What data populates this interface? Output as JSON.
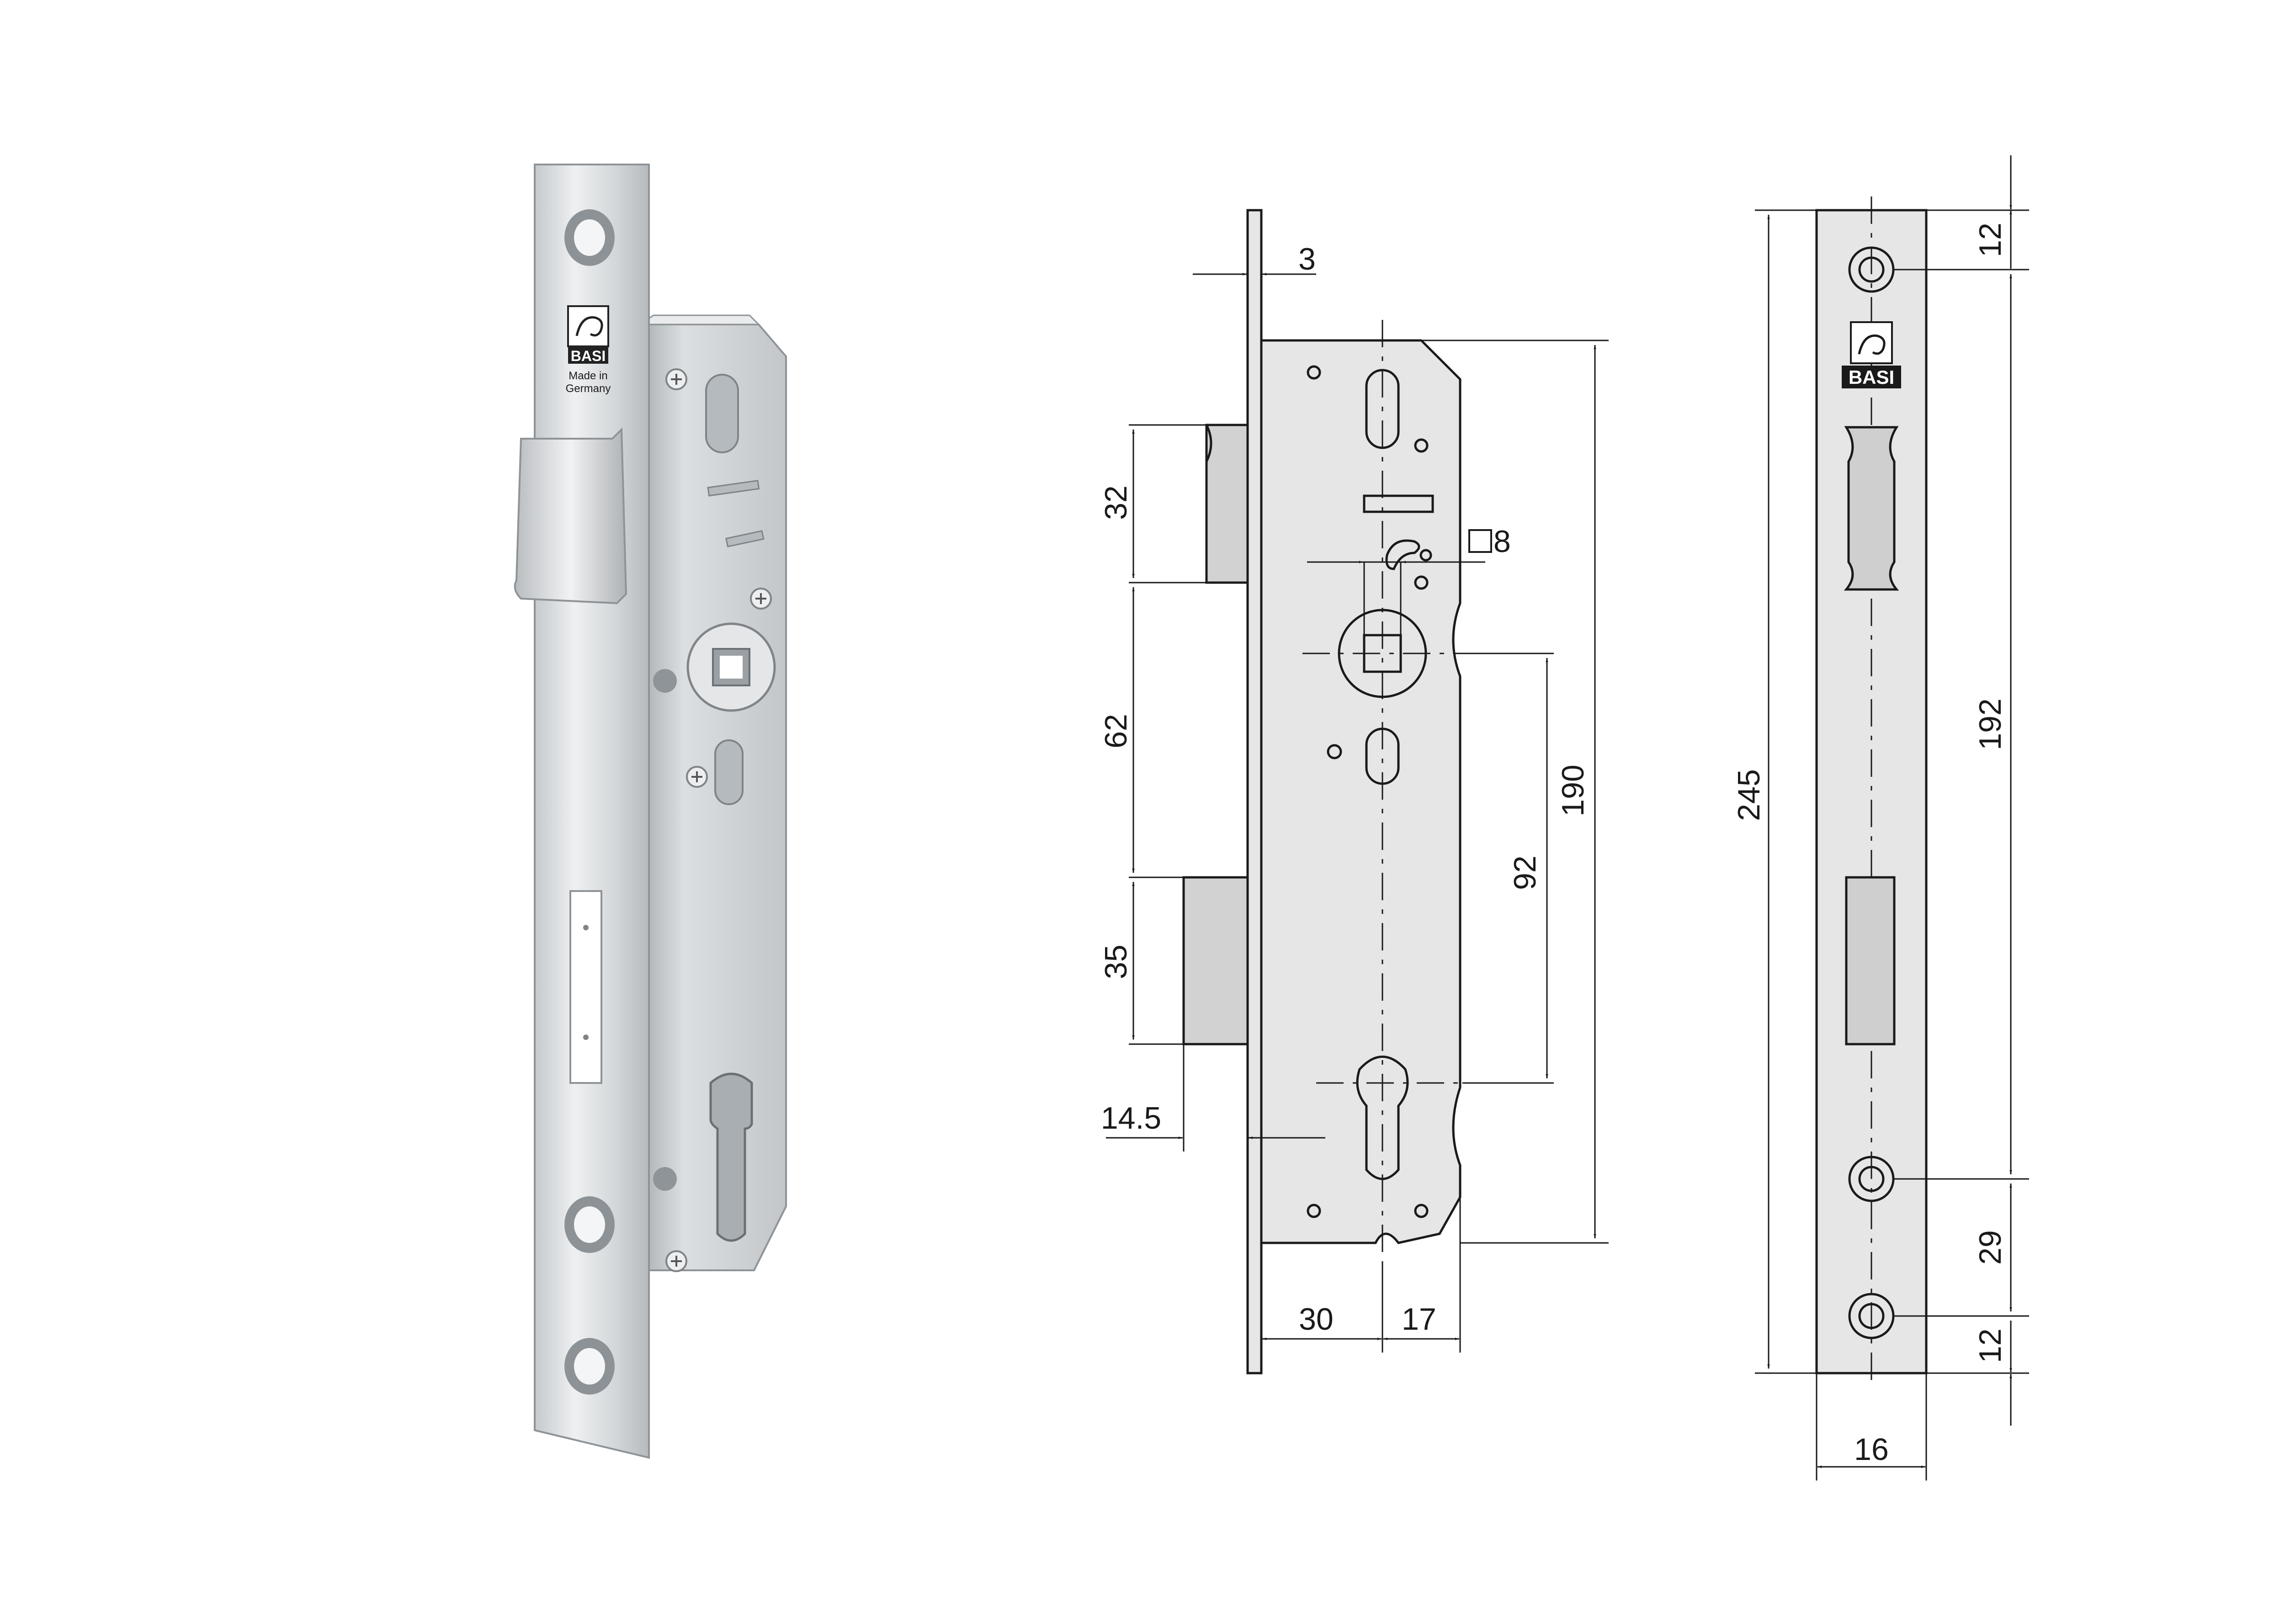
{
  "brand": {
    "name": "BASI",
    "tagline_line1": "Made in",
    "tagline_line2": "Germany"
  },
  "dimensions": {
    "faceplate_thickness": "3",
    "latch_height": "32",
    "latch_to_spindle": "62",
    "deadbolt_height": "35",
    "deadbolt_projection": "14.5",
    "spindle_square": "8",
    "case_height": "190",
    "spindle_to_cylinder": "92",
    "backset": "30",
    "case_rear": "17",
    "faceplate_length": "245",
    "hole_pitch": "192",
    "top_hole_offset": "12",
    "lower_hole_spacing": "29",
    "bottom_hole_offset": "12",
    "faceplate_width": "16"
  },
  "colors": {
    "steel": "#d3d6d9",
    "steel_dark": "#9aa0a6",
    "drawing_fill": "#e6e6e6",
    "line": "#1a1a1a"
  }
}
